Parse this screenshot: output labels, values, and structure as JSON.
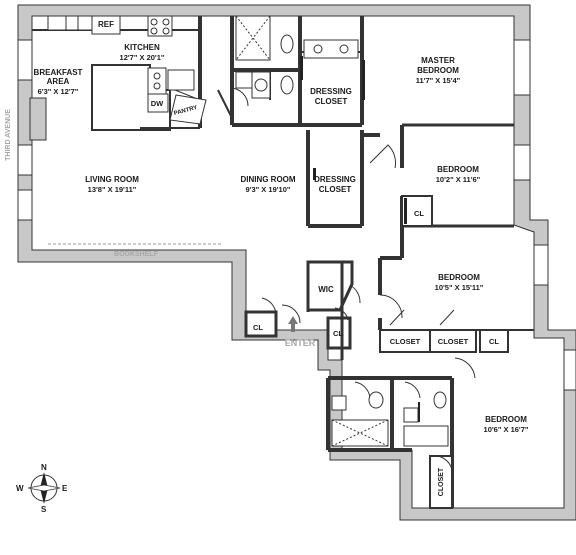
{
  "street": "THIRD AVENUE",
  "entrance": "ENTER",
  "bookshelf": "BOOKSHELF",
  "compass": {
    "n": "N",
    "e": "E",
    "s": "S",
    "w": "W"
  },
  "rooms": {
    "kitchen": {
      "name": "KITCHEN",
      "size": "12'7\" X 20'1\""
    },
    "breakfast": {
      "name1": "BREAKFAST",
      "name2": "AREA",
      "size": "6'3\" X 12'7\""
    },
    "living": {
      "name": "LIVING ROOM",
      "size": "13'8\" X 19'11\""
    },
    "dining": {
      "name": "DINING ROOM",
      "size": "9'3\" X 19'10\""
    },
    "master": {
      "name1": "MASTER",
      "name2": "BEDROOM",
      "size": "11'7\" X 15'4\""
    },
    "dressing1": {
      "name1": "DRESSING",
      "name2": "CLOSET"
    },
    "dressing2": {
      "name1": "DRESSING",
      "name2": "CLOSET"
    },
    "bedroom2": {
      "name": "BEDROOM",
      "size": "10'2\" X 11'6\""
    },
    "bedroom3": {
      "name": "BEDROOM",
      "size": "10'5\" X 15'11\""
    },
    "bedroom4": {
      "name": "BEDROOM",
      "size": "10'6\" X 16'7\""
    }
  },
  "fixtures": {
    "ref": "REF",
    "dw": "DW",
    "pantry": "PANTRY",
    "wic": "WIC"
  },
  "closets": {
    "cl": "CL",
    "closet": "CLOSET"
  }
}
